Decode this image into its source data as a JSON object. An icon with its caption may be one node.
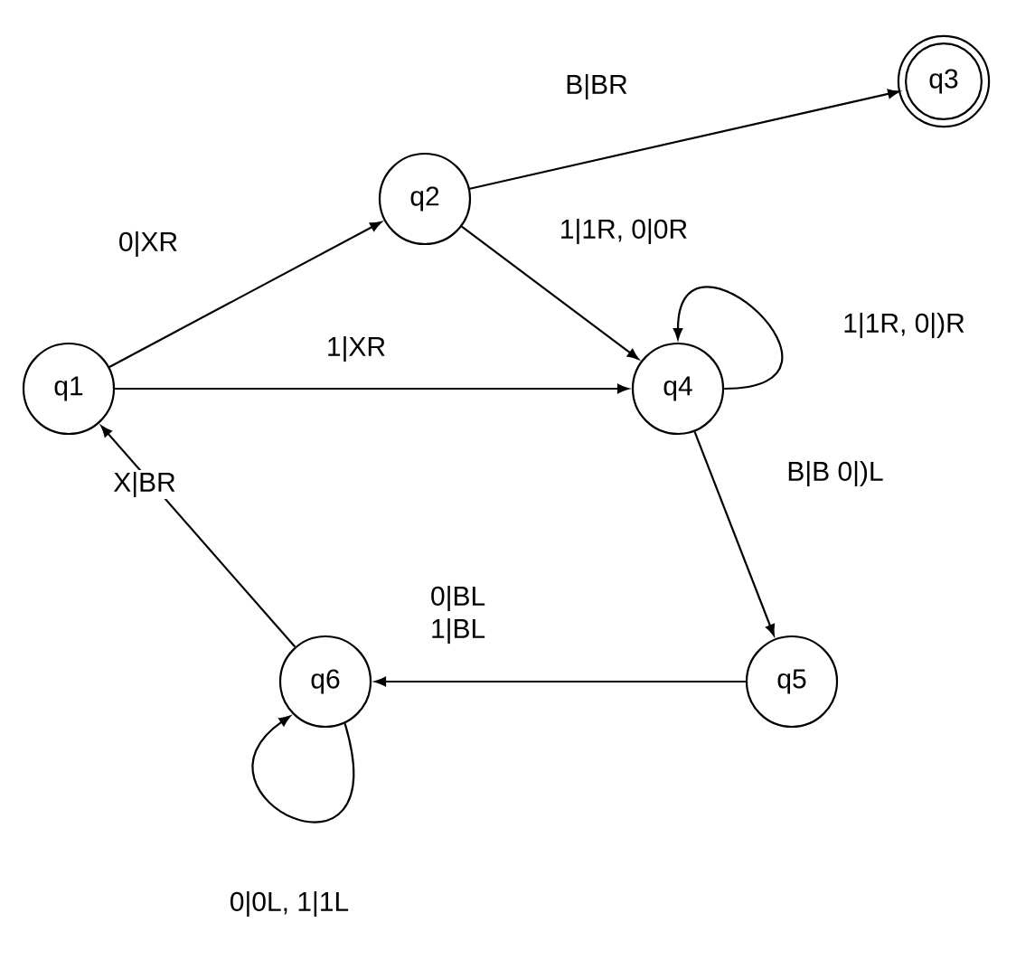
{
  "diagram": {
    "nodes": [
      {
        "text": [
          "q1"
        ]
      },
      {
        "text": [
          "q2"
        ]
      },
      {
        "text": [
          "q3"
        ]
      },
      {
        "text": [
          "q4"
        ]
      },
      {
        "text": [
          "q5"
        ]
      },
      {
        "text": [
          "q6"
        ]
      }
    ],
    "edges": [
      {
        "from": 0,
        "to": 1,
        "arrow": "to",
        "label": "0|XR"
      },
      {
        "from": 0,
        "to": 3,
        "arrow": "to",
        "label": "1|XR"
      },
      {
        "from": 1,
        "to": 2,
        "arrow": "to",
        "label": "B|BR"
      },
      {
        "from": 1,
        "to": 3,
        "arrow": "to",
        "label": "1|1R, 0|0R"
      },
      {
        "from": 3,
        "to": 3,
        "arrow": "to",
        "label": "1|1R, 0|)R"
      },
      {
        "from": 3,
        "to": 4,
        "arrow": "to",
        "label": "B|B 0|)L"
      },
      {
        "from": 4,
        "to": 5,
        "arrow": "to",
        "label": "0|BL 1|BL"
      },
      {
        "from": 5,
        "to": 0,
        "arrow": "to",
        "label": "X|BR"
      },
      {
        "from": 5,
        "to": 5,
        "arrow": "to",
        "label": "0|0L, 1|1L"
      }
    ]
  }
}
